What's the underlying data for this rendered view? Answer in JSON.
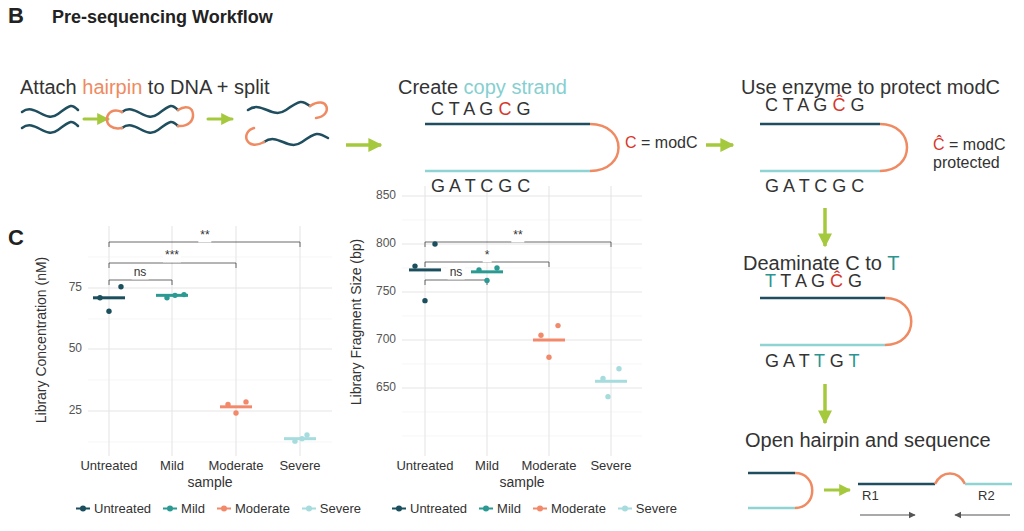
{
  "diagram": {
    "title": "Pre-sequencing Workflow",
    "nodes": [
      {
        "text": [
          "Attach hairpin to DNA + split"
        ]
      },
      {
        "text": [
          "Create copy strand",
          "C T A G C G",
          "G A T C G C",
          "C = modC"
        ]
      },
      {
        "text": [
          "Use enzyme to protect modC",
          "C T A G Ĉ G",
          "G A T C G C",
          "Ĉ = modC protected"
        ]
      },
      {
        "text": [
          "Deaminate C to T",
          "T T A G Ĉ G",
          "G A T T G T"
        ]
      },
      {
        "text": [
          "Open hairpin and sequence",
          "R1",
          "R2"
        ]
      }
    ],
    "edges": [
      {
        "from": 0,
        "to": 1,
        "arrow": "to"
      },
      {
        "from": 1,
        "to": 2,
        "arrow": "to"
      },
      {
        "from": 2,
        "to": 3,
        "arrow": "to"
      },
      {
        "from": 3,
        "to": 4,
        "arrow": "to"
      }
    ],
    "labels": [
      "B",
      "C",
      "Library Concentration (nM)",
      "75",
      "50",
      "25",
      "Untreated",
      "Mild",
      "Moderate",
      "Severe",
      "sample",
      "ns",
      "***",
      "**",
      "Library Fragment Size (bp)",
      "850",
      "800",
      "750",
      "700",
      "650",
      "Untreated",
      "Mild",
      "Moderate",
      "Severe",
      "sample",
      "ns",
      "*",
      "**"
    ],
    "legend": [
      {
        "text": "Untreated",
        "color": "#1b4f5e"
      },
      {
        "text": "Mild",
        "color": "#2a9a93"
      },
      {
        "text": "Moderate",
        "color": "#f2896a"
      },
      {
        "text": "Severe",
        "color": "#a6dcdd"
      },
      {
        "text": "Untreated",
        "color": "#1b4f5e"
      },
      {
        "text": "Mild",
        "color": "#2a9a93"
      },
      {
        "text": "Moderate",
        "color": "#f2896a"
      },
      {
        "text": "Severe",
        "color": "#a6dcdd"
      }
    ]
  }
}
